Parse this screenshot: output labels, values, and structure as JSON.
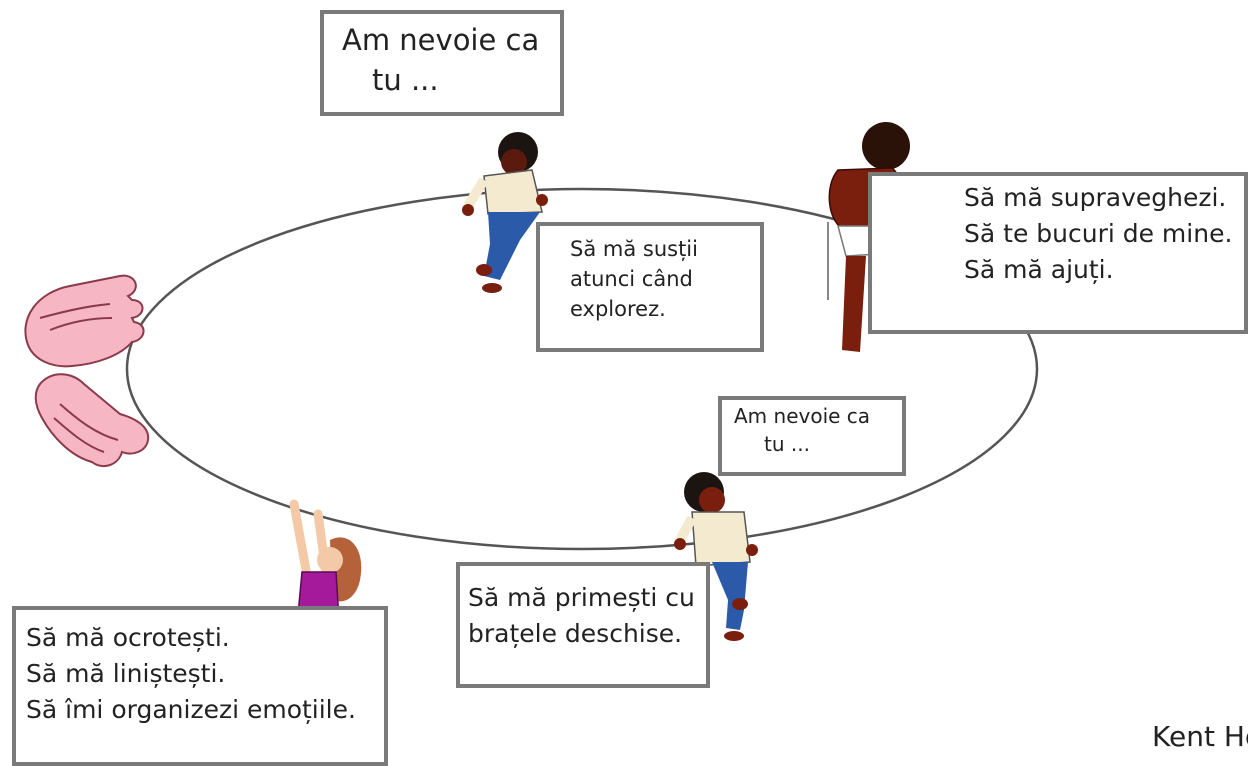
{
  "top_prompt": {
    "line1": "Am nevoie ca",
    "line2": "tu ..."
  },
  "explore_box": {
    "line1": "Să mă susții",
    "line2": "atunci când",
    "line3": "explorez."
  },
  "supervise_box": {
    "line1": "Să mă supraveghezi.",
    "line2": "Să te bucuri de mine.",
    "line3": "Să mă ajuți."
  },
  "bottom_prompt": {
    "line1": "Am nevoie ca",
    "line2": "tu ..."
  },
  "welcome_box": {
    "line1": "Să mă primești cu",
    "line2": "brațele deschise."
  },
  "comfort_box": {
    "line1": "Să mă ocrotești.",
    "line2": "Să mă liniștești.",
    "line3": "Să îmi organizezi emoțiile."
  },
  "credit": "Kent He",
  "colors": {
    "border": "#7a7a7a",
    "ellipse": "#555555",
    "hands": "#f7b6c4",
    "hand_outline": "#8a3a4a",
    "shirt": "#f3ead0",
    "pants": "#2a5aa8",
    "dark_skin": "#7a1e0e",
    "light_skin": "#f4c9a8",
    "purple": "#a51a9a",
    "hair_brown": "#b5613a"
  }
}
